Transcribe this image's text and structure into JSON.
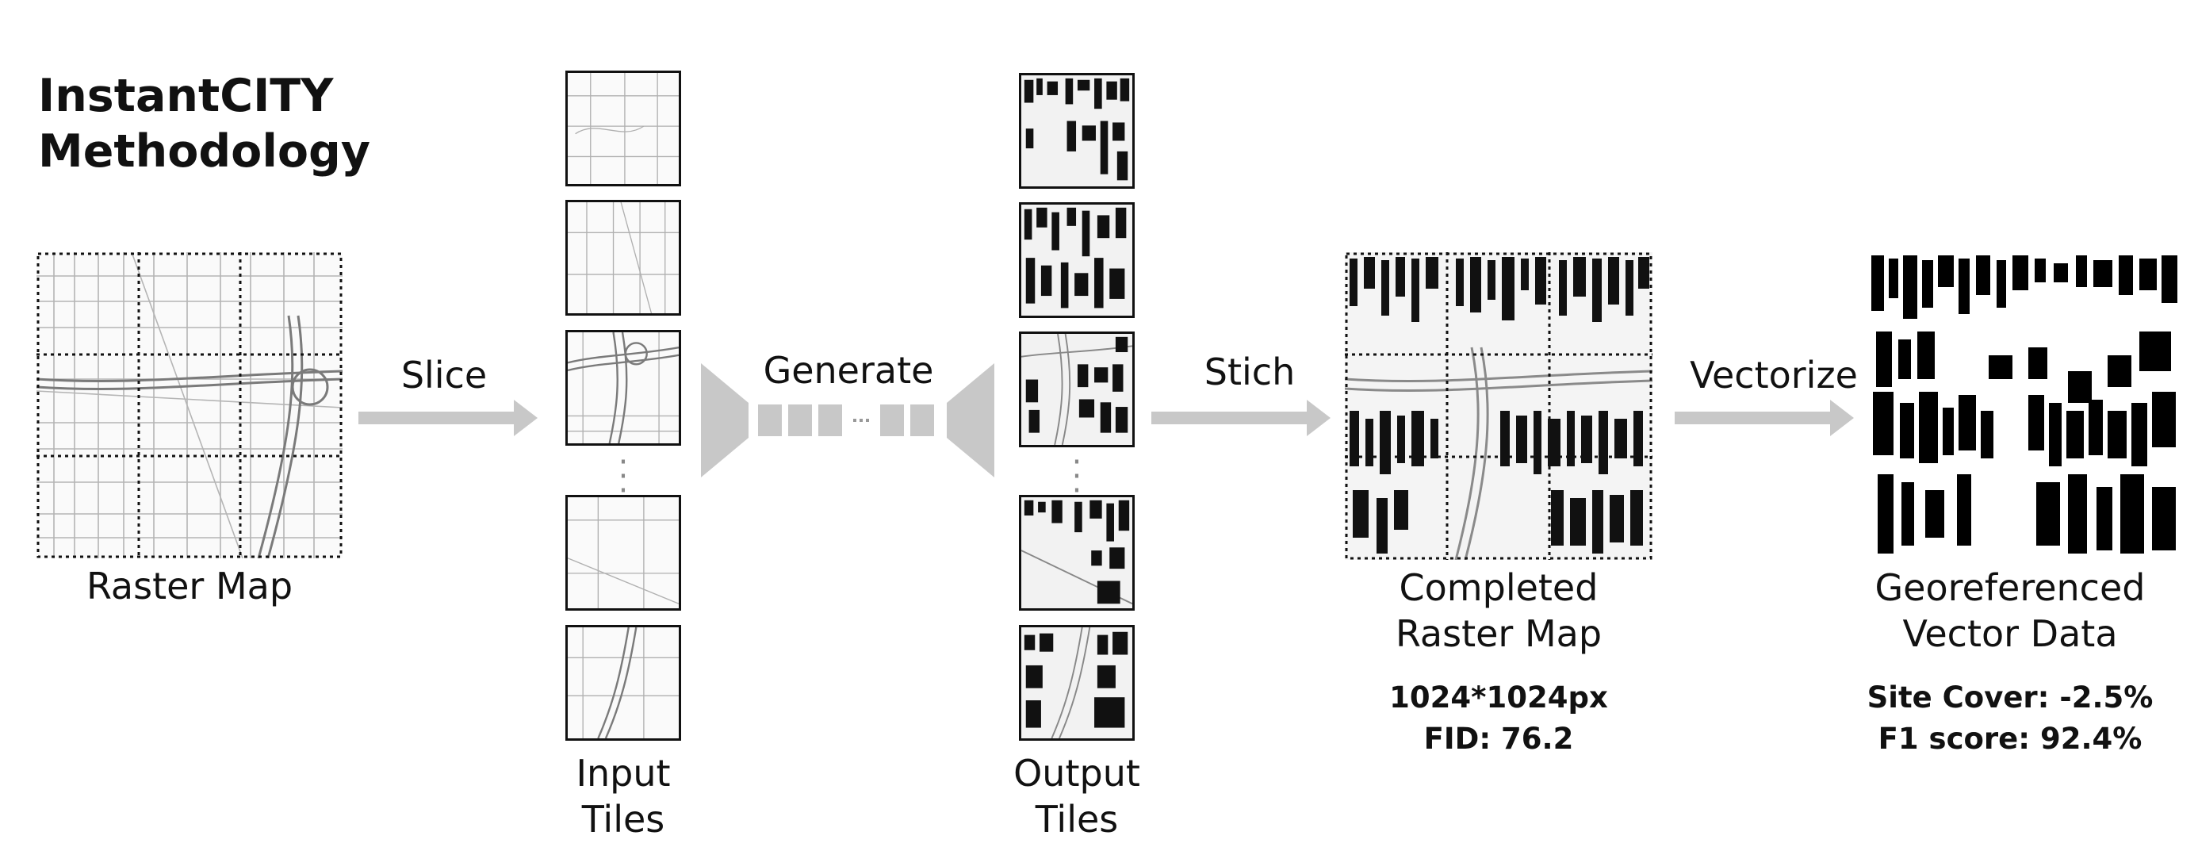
{
  "title": "InstantCITY\nMethodology",
  "steps": {
    "slice": "Slice",
    "generate": "Generate",
    "stich": "Stich",
    "vectorize": "Vectorize"
  },
  "captions": {
    "raster_map": "Raster Map",
    "input_tiles": "Input\nTiles",
    "output_tiles": "Output\nTiles",
    "completed_raster_map": "Completed\nRaster Map",
    "georeferenced_vector_data": "Georeferenced\nVector Data"
  },
  "metrics": {
    "completed": "1024*1024px\nFID: 76.2",
    "vector": "Site Cover: -2.5%\nF1 score: 92.4%"
  },
  "colors": {
    "arrow": "#c8c8c8",
    "road": "#9a9a9a",
    "building": "#111111",
    "dotted_grid": "#111111"
  }
}
